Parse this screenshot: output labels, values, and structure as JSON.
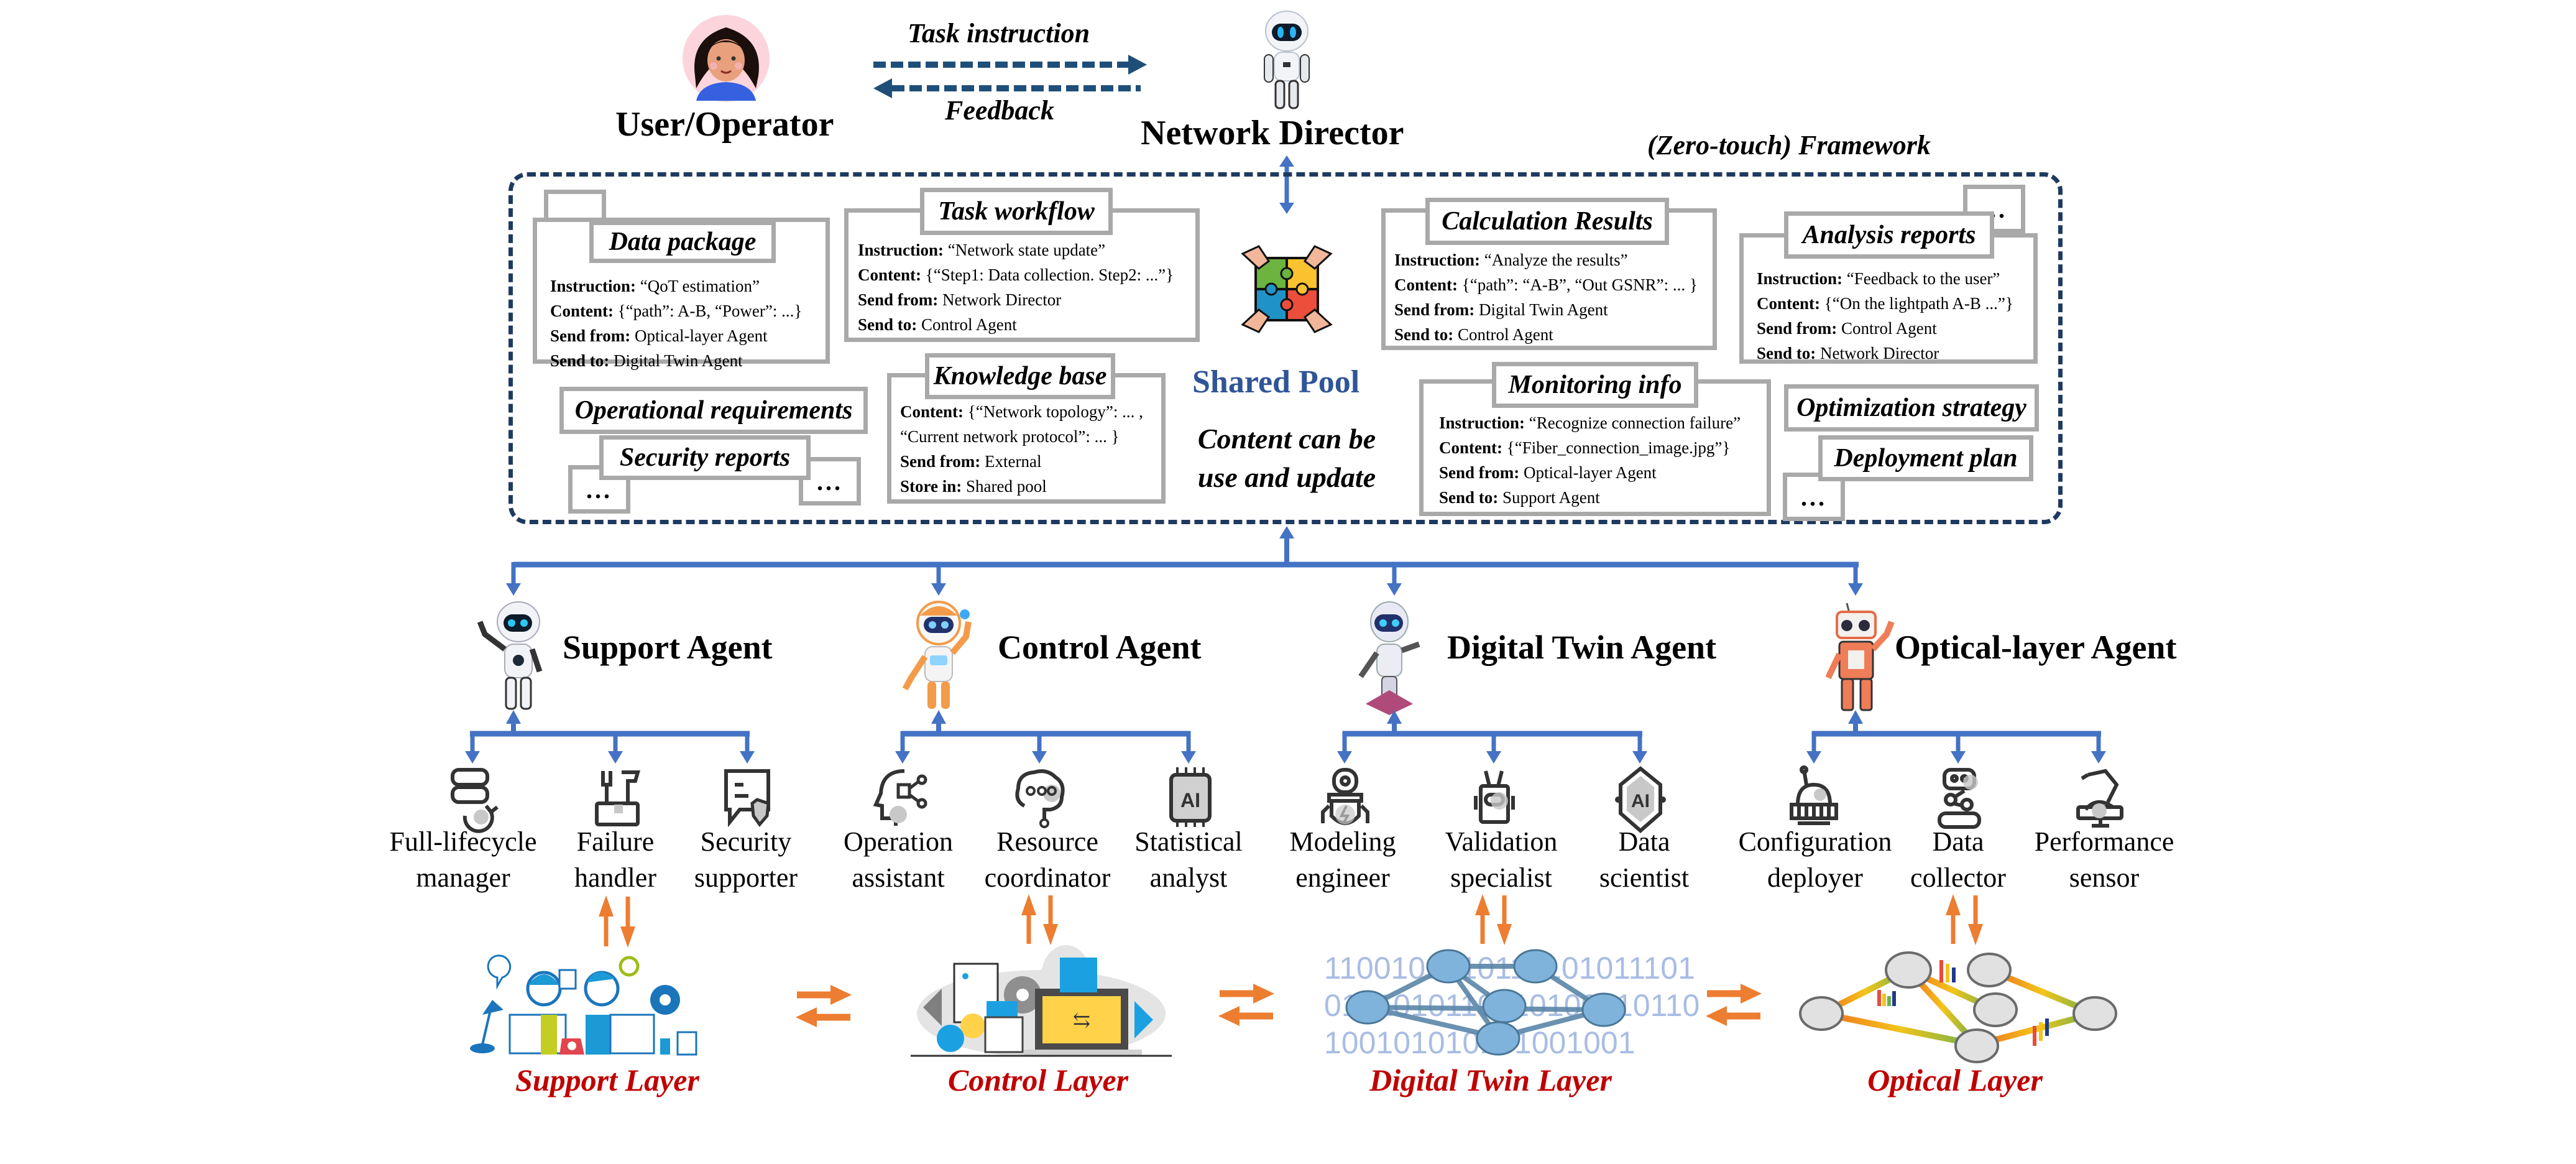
{
  "top": {
    "user_label": "User/Operator",
    "director_label": "Network Director",
    "task_instruction": "Task instruction",
    "feedback": "Feedback"
  },
  "framework": {
    "title": "(Zero-touch) Framework",
    "shared_pool": "Shared Pool",
    "pool_note_line1": "Content can be",
    "pool_note_line2": "use and update",
    "ellipsis": "...",
    "data_package": {
      "title": "Data package",
      "rows": [
        {
          "k": "Instruction:",
          "v": " “QoT estimation”"
        },
        {
          "k": "Content:",
          "v": " {“path”: A-B, “Power”: ...}"
        },
        {
          "k": "Send from:",
          "v": " Optical-layer Agent"
        },
        {
          "k": "Send to:",
          "v": " Digital Twin Agent"
        }
      ]
    },
    "task_workflow": {
      "title": "Task workflow",
      "rows": [
        {
          "k": "Instruction:",
          "v": " “Network state update”"
        },
        {
          "k": "Content:",
          "v": " {“Step1: Data collection. Step2: ...”}"
        },
        {
          "k": "Send from:",
          "v": " Network Director"
        },
        {
          "k": "Send to:",
          "v": " Control Agent"
        }
      ]
    },
    "knowledge_base": {
      "title": "Knowledge base",
      "rows": [
        {
          "k": "Content:",
          "v": " {“Network topology”: ... ,"
        },
        {
          "k": "",
          "v": "“Current network protocol”: ... }"
        },
        {
          "k": "Send from:",
          "v": " External"
        },
        {
          "k": "Store in:",
          "v": " Shared pool"
        }
      ]
    },
    "calculation_results": {
      "title": "Calculation Results",
      "rows": [
        {
          "k": "Instruction:",
          "v": " “Analyze the results”"
        },
        {
          "k": "Content:",
          "v": " {“path”: “A-B”, “Out GSNR”: ... }"
        },
        {
          "k": "Send from:",
          "v": " Digital Twin Agent"
        },
        {
          "k": "Send to:",
          "v": " Control Agent"
        }
      ]
    },
    "analysis_reports": {
      "title": "Analysis reports",
      "rows": [
        {
          "k": "Instruction:",
          "v": " “Feedback to the user”"
        },
        {
          "k": "Content:",
          "v": " {“On the lightpath A-B ...”}"
        },
        {
          "k": "Send from:",
          "v": " Control Agent"
        },
        {
          "k": "Send to:",
          "v": " Network Director"
        }
      ]
    },
    "monitoring_info": {
      "title": "Monitoring info",
      "rows": [
        {
          "k": "Instruction:",
          "v": " “Recognize connection failure”"
        },
        {
          "k": "Content:",
          "v": " {“Fiber_connection_image.jpg”}"
        },
        {
          "k": "Send from:",
          "v": " Optical-layer Agent"
        },
        {
          "k": "Send to:",
          "v": " Support Agent"
        }
      ]
    },
    "operational_requirements": "Operational requirements",
    "security_reports": "Security reports",
    "optimization_strategy": "Optimization strategy",
    "deployment_plan": "Deployment plan"
  },
  "agents": [
    {
      "name": "Support Agent",
      "roles": [
        [
          "Full-lifecycle",
          "manager"
        ],
        [
          "Failure",
          "handler"
        ],
        [
          "Security",
          "supporter"
        ]
      ],
      "layer": "Support Layer"
    },
    {
      "name": "Control Agent",
      "roles": [
        [
          "Operation",
          "assistant"
        ],
        [
          "Resource",
          "coordinator"
        ],
        [
          "Statistical",
          "analyst"
        ]
      ],
      "layer": "Control Layer"
    },
    {
      "name": "Digital Twin Agent",
      "roles": [
        [
          "Modeling",
          "engineer"
        ],
        [
          "Validation",
          "specialist"
        ],
        [
          "Data",
          "scientist"
        ]
      ],
      "layer": "Digital Twin Layer"
    },
    {
      "name": "Optical-layer Agent",
      "roles": [
        [
          "Configuration",
          "deployer"
        ],
        [
          "Data",
          "collector"
        ],
        [
          "Performance",
          "sensor"
        ]
      ],
      "layer": "Optical Layer"
    }
  ],
  "digital_twin_binary": [
    "1100101010110101011101",
    "0101010110010100010110",
    "100101010101001001"
  ],
  "colors": {
    "dash_navy": "#1f3a5f",
    "arrow_blue": "#4472c4",
    "arrow_orange": "#ed7d31",
    "layer_red": "#c00000",
    "shared_pool_blue": "#2f5597",
    "box_gray": "#a9a9a9"
  }
}
